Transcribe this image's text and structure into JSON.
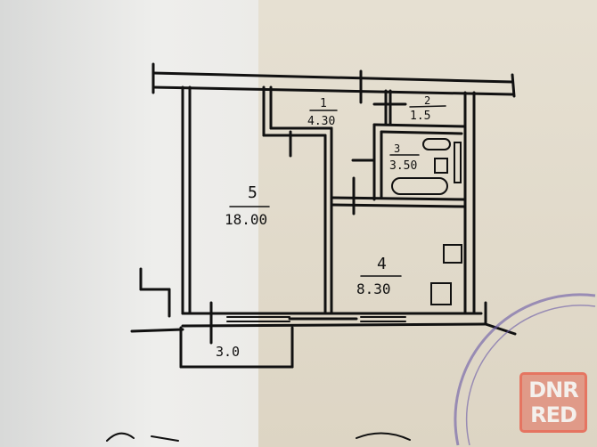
{
  "floor_plan": {
    "rooms": [
      {
        "number": "1",
        "area": "4.30"
      },
      {
        "number": "2",
        "area": "1.5"
      },
      {
        "number": "3",
        "area": "3.50"
      },
      {
        "number": "4",
        "area": "8.30"
      },
      {
        "number": "5",
        "area": "18.00"
      }
    ],
    "balcony": {
      "area": "3.0"
    }
  },
  "stamp": {
    "color": "#6a5aa8"
  },
  "watermark": {
    "line1": "DNR",
    "line2": "RED",
    "color": "#e06a55"
  }
}
